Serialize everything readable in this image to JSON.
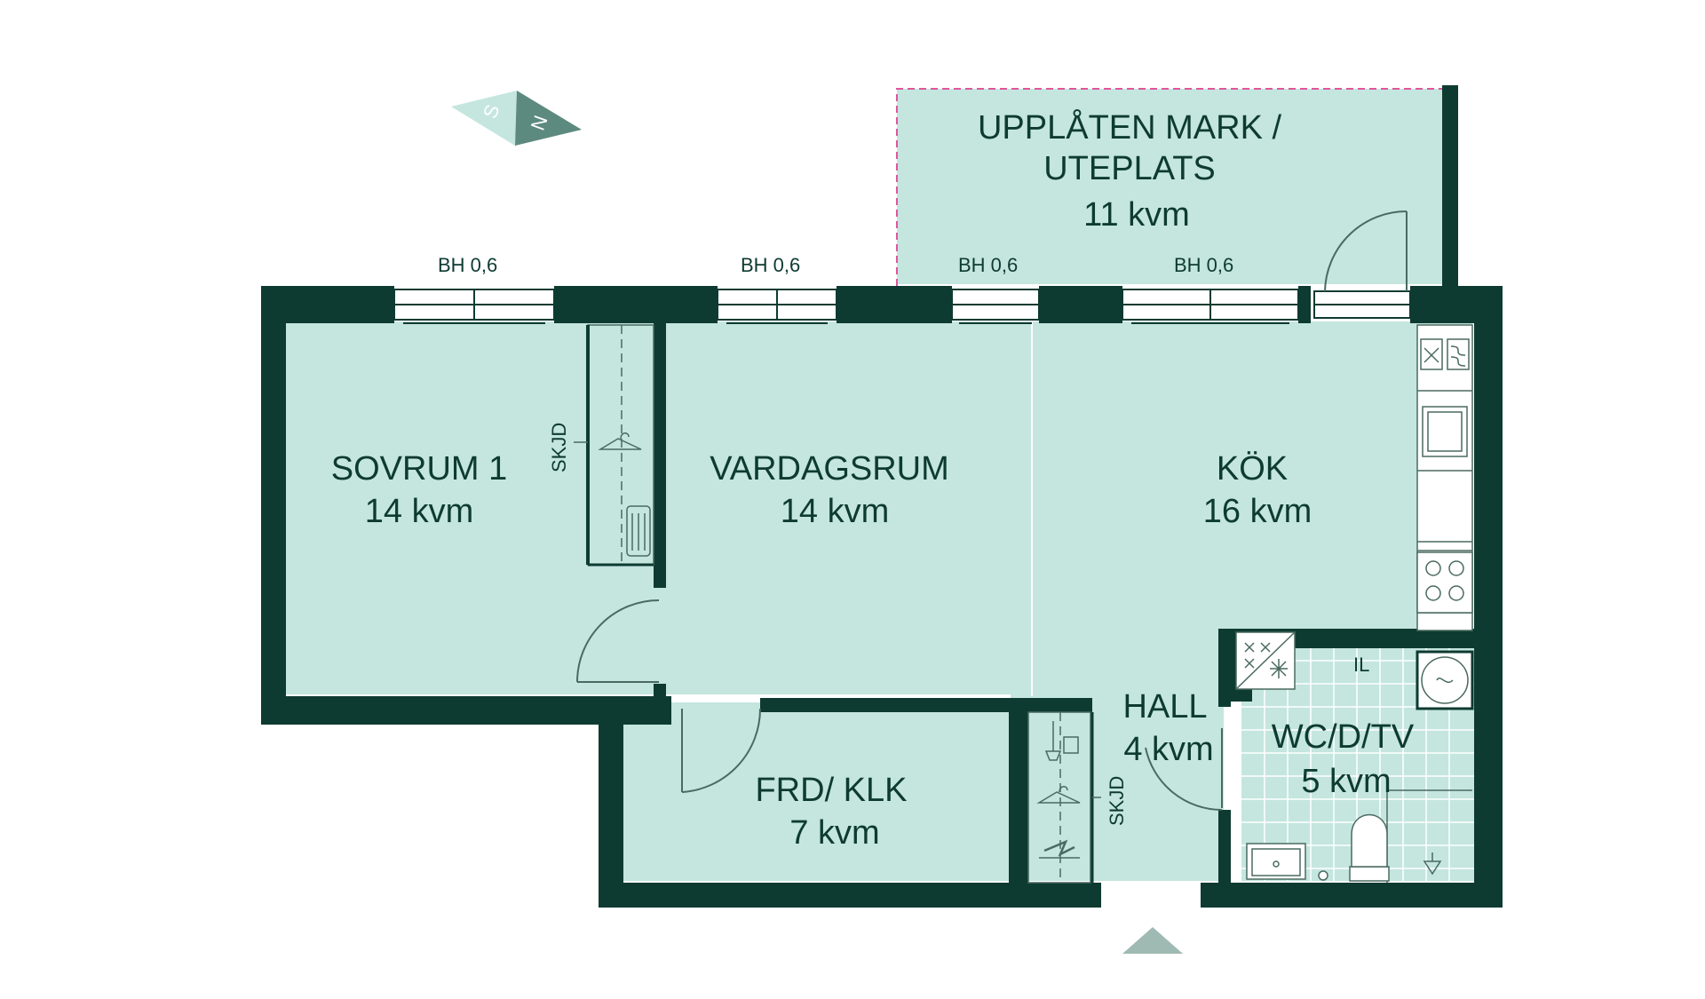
{
  "colors": {
    "wall": "#0e3b31",
    "floor": "#c4e6df",
    "outline": "#4a6a61",
    "terrace_border": "#e0569b",
    "compass_dark": "#5d8a7e",
    "compass_light": "#c4e6df",
    "entrance_arrow": "#9fbab3"
  },
  "compass": {
    "south": "S",
    "north": "N"
  },
  "rooms": {
    "terrace": {
      "line1": "UPPLÅTEN MARK /",
      "line2": "UTEPLATS",
      "area": "11 kvm"
    },
    "bedroom": {
      "label": "SOVRUM 1",
      "area": "14 kvm"
    },
    "living": {
      "label": "VARDAGSRUM",
      "area": "14 kvm"
    },
    "kitchen": {
      "label": "KÖK",
      "area": "16 kvm"
    },
    "hall": {
      "label": "HALL",
      "area": "4 kvm"
    },
    "bath": {
      "label": "WC/D/TV",
      "area": "5 kvm"
    },
    "storage": {
      "label": "FRD/ KLK",
      "area": "7 kvm"
    }
  },
  "windows": [
    {
      "label": "BH 0,6"
    },
    {
      "label": "BH 0,6"
    },
    {
      "label": "BH 0,6"
    },
    {
      "label": "BH 0,6"
    }
  ],
  "wardrobes": {
    "bedroom": "SKJD",
    "hall": "SKJD"
  },
  "fixtures": {
    "bath_il": "IL"
  }
}
